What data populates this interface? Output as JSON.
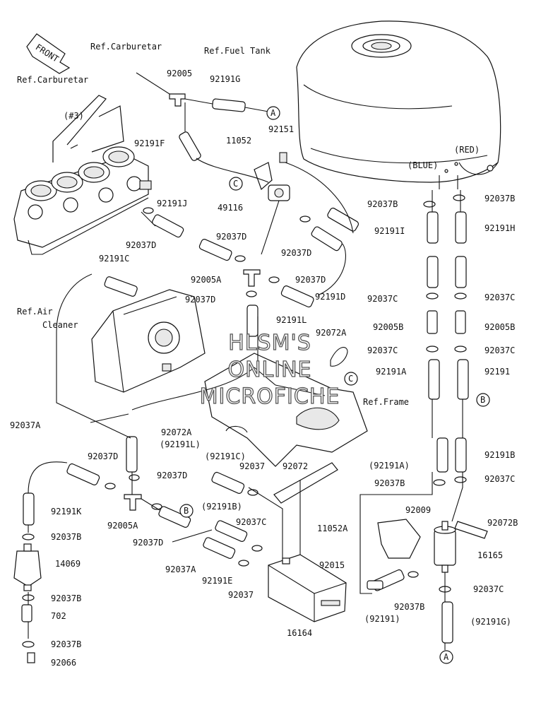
{
  "labels": {
    "front": "FRONT",
    "ref_carb_top": "Ref.Carburetar",
    "ref_carb_left": "Ref.Carburetar",
    "ref_fuel_tank": "Ref.Fuel Tank",
    "ref_air1": "Ref.Air",
    "ref_air2": "Cleaner",
    "ref_frame": "Ref.Frame",
    "qty3": "(#3)",
    "blue": "(BLUE)",
    "red": "(RED)",
    "p92005_top": "92005",
    "p92191g": "92191G",
    "p92191f": "92191F",
    "p92151": "92151",
    "p11052": "11052",
    "p49116": "49116",
    "p92191j": "92191J",
    "p92037d_a": "92037D",
    "p92037d_b": "92037D",
    "p92037d_c": "92037D",
    "p92005a_mid": "92005A",
    "p92037d_d": "92037D",
    "p92037d_e": "92037D",
    "p92191d": "92191D",
    "p92191c": "92191C",
    "p92191l": "92191L",
    "p92072a_r": "92072A",
    "p92037b_l": "92037B",
    "p92037b_r": "92037B",
    "p92191i": "92191I",
    "p92191h": "92191H",
    "p92037c_l": "92037C",
    "p92037c_r": "92037C",
    "p92005b_l": "92005B",
    "p92005b_r": "92005B",
    "p92037c_l2": "92037C",
    "p92037c_r2": "92037C",
    "p92191a": "92191A",
    "p92191": "92191",
    "p92037a_l": "92037A",
    "p92072a_l": "92072A",
    "p92191l_p": "(92191L)",
    "p92037d_f": "92037D",
    "p92191c_p": "(92191C)",
    "p92037_a": "92037",
    "p92072": "92072",
    "p92037d_g": "92037D",
    "p92191k": "92191K",
    "p92005a_low": "92005A",
    "p92037b_k": "92037B",
    "p14069": "14069",
    "p92037b_k2": "92037B",
    "p702": "702",
    "p92037b_k3": "92037B",
    "p92066": "92066",
    "p92191b_p": "(92191B)",
    "p92037c_m": "92037C",
    "p92037d_h": "92037D",
    "p92037a_b": "92037A",
    "p92191e": "92191E",
    "p92037_b": "92037",
    "p16164": "16164",
    "p92191a_p": "(92191A)",
    "p92191b": "92191B",
    "p92037b_m": "92037B",
    "p92037c_n": "92037C",
    "p92009": "92009",
    "p11052a": "11052A",
    "p92072b": "92072B",
    "p92015": "92015",
    "p16165": "16165",
    "p92037c_o": "92037C",
    "p92037b_o": "92037B",
    "p92191_p": "(92191)",
    "p92191g_p": "(92191G)",
    "conn_a": "A",
    "conn_b": "B",
    "conn_c": "C"
  },
  "watermark": {
    "line1": "HLSM'S",
    "line2": "ONLINE",
    "line3": "MICROFICHE"
  }
}
